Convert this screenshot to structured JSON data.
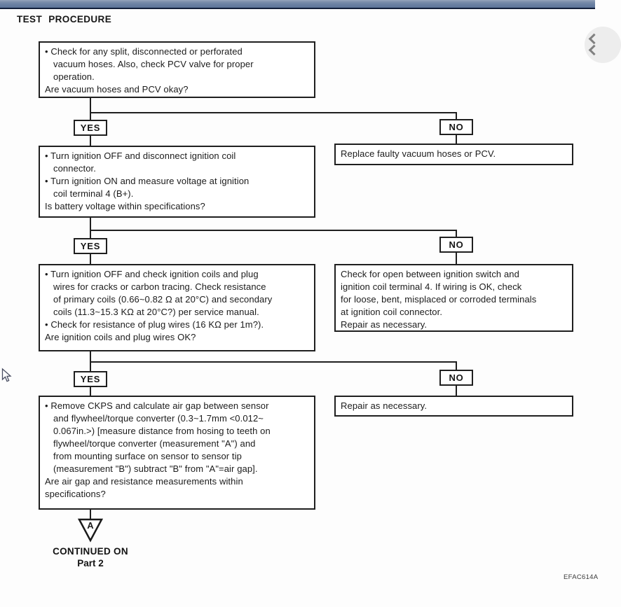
{
  "window": {
    "titlebar_top_color": "#7b8eab",
    "titlebar_bottom_color": "#5d7499",
    "titlebar_edge_color": "#121f3a",
    "floating_button_icon": "double-chevron-icon"
  },
  "header": {
    "title": "TEST PROCEDURE"
  },
  "flow": {
    "yes_label": "YES",
    "no_label": "NO",
    "steps": {
      "step1": {
        "lines": [
          "• Check for any split, disconnected or perforated",
          "vacuum hoses. Also, check PCV valve for proper",
          "operation.",
          "Are vacuum hoses and PCV okay?"
        ]
      },
      "step2": {
        "lines": [
          "• Turn ignition OFF and disconnect ignition coil",
          "connector.",
          "• Turn ignition ON and measure voltage at ignition",
          "coil terminal 4 (B+).",
          "Is battery voltage within specifications?"
        ]
      },
      "step3": {
        "lines": [
          "• Turn ignition OFF and check ignition coils and plug",
          "wires for cracks or carbon tracing. Check resistance",
          "of primary coils (0.66~0.82 Ω at 20°C) and secondary",
          "coils (11.3~15.3 KΩ at 20°C?) per service manual.",
          "• Check for resistance of plug wires (16 KΩ per 1m?).",
          "Are ignition coils and plug wires OK?"
        ]
      },
      "step4": {
        "lines": [
          "• Remove CKPS and calculate air gap between sensor",
          "and flywheel/torque converter (0.3~1.7mm <0.012~",
          "0.067in.>) [measure distance from hosing to teeth on",
          "flywheel/torque converter (measurement \"A\") and",
          "from mounting surface on sensor to sensor tip",
          "(measurement \"B\") subtract \"B\" from \"A\"=air gap].",
          "Are air gap and resistance measurements within",
          "specifications?"
        ]
      }
    },
    "actions": {
      "action1": {
        "lines": [
          "Replace faulty vacuum hoses or PCV."
        ]
      },
      "action2": {
        "lines": [
          "Check for open between ignition switch and",
          "ignition coil terminal 4. If wiring is OK, check",
          "for loose, bent, misplaced or corroded terminals",
          "at ignition coil connector.",
          "Repair as necessary."
        ]
      },
      "action3": {
        "lines": [
          "Repair as necessary."
        ]
      }
    },
    "offpage": {
      "label": "A",
      "continued_line1": "CONTINUED ON",
      "continued_line2": "Part 2"
    }
  },
  "footer": {
    "doc_code": "EFAC614A"
  }
}
